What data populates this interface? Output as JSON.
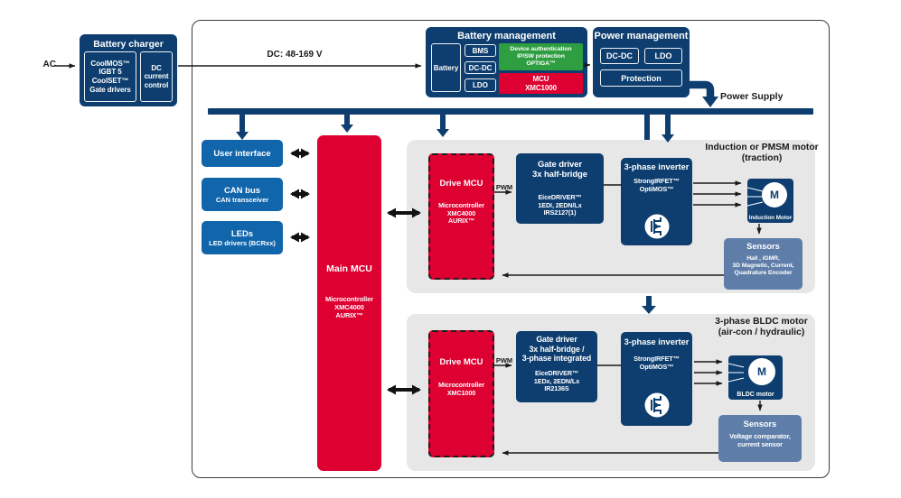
{
  "colors": {
    "navy": "#0e3e6f",
    "blue": "#1065ab",
    "red": "#dd0031",
    "green": "#2f9e41",
    "steel": "#5e7ea9",
    "panel": "#e7e7e7",
    "ink": "#1a1a1a"
  },
  "labels": {
    "ac": "AC",
    "dc_link": "DC: 48-169 V",
    "power_supply": "Power Supply"
  },
  "battery_charger": {
    "title": "Battery charger",
    "devices": "CoolMOS™\nIGBT 5\nCoolSET™\nGate drivers",
    "control": "DC\ncurrent\ncontrol"
  },
  "battery_management": {
    "title": "Battery management",
    "battery": "Battery",
    "bms": "BMS",
    "dcdc": "DC-DC",
    "ldo": "LDO",
    "security": "Device authentication\nIP/SW protection\nOPTIGA™",
    "mcu": "MCU\nXMC1000"
  },
  "power_management": {
    "title": "Power management",
    "dcdc": "DC-DC",
    "ldo": "LDO",
    "protection": "Protection"
  },
  "peripherals": {
    "user_interface": {
      "title": "User interface"
    },
    "can_bus": {
      "title": "CAN bus",
      "subtitle": "CAN transceiver"
    },
    "leds": {
      "title": "LEDs",
      "subtitle": "LED drivers (BCRxx)"
    }
  },
  "main_mcu": {
    "title": "Main MCU",
    "detail": "Microcontroller\nXMC4000\nAURIX™"
  },
  "traction_chain": {
    "header": "Induction or PMSM motor\n(traction)",
    "pwm": "PWM",
    "drive_mcu": {
      "title": "Drive MCU",
      "detail": "Microcontroller\nXMC4000\nAURIX™"
    },
    "gate_driver": {
      "title": "Gate driver\n3x half-bridge",
      "detail": "EiceDRIVER™\n1EDI, 2EDN/Lx\nIRS2127(1)"
    },
    "inverter": {
      "title": "3-phase inverter",
      "detail": "StrongIRFET™\nOptiMOS™"
    },
    "motor": {
      "symbol": "M",
      "label": "Induction Motor"
    },
    "sensors": {
      "title": "Sensors",
      "detail": "Hall , iGMR,\n3D Magnetic, Current,\nQuadrature Encoder"
    }
  },
  "bldc_chain": {
    "header": "3-phase BLDC motor\n(air-con / hydraulic)",
    "pwm": "PWM",
    "drive_mcu": {
      "title": "Drive MCU",
      "detail": "Microcontroller\nXMC1000"
    },
    "gate_driver": {
      "title": "Gate driver\n3x half-bridge /\n3-phase integrated",
      "detail": "EiceDRIVER™\n1EDx, 2EDN/Lx\nIR2136S"
    },
    "inverter": {
      "title": "3-phase inverter",
      "detail": "StrongIRFET™\nOptiMOS™"
    },
    "motor": {
      "symbol": "M",
      "label": "BLDC motor"
    },
    "sensors": {
      "title": "Sensors",
      "detail": "Voltage comparator,\ncurrent sensor"
    }
  }
}
